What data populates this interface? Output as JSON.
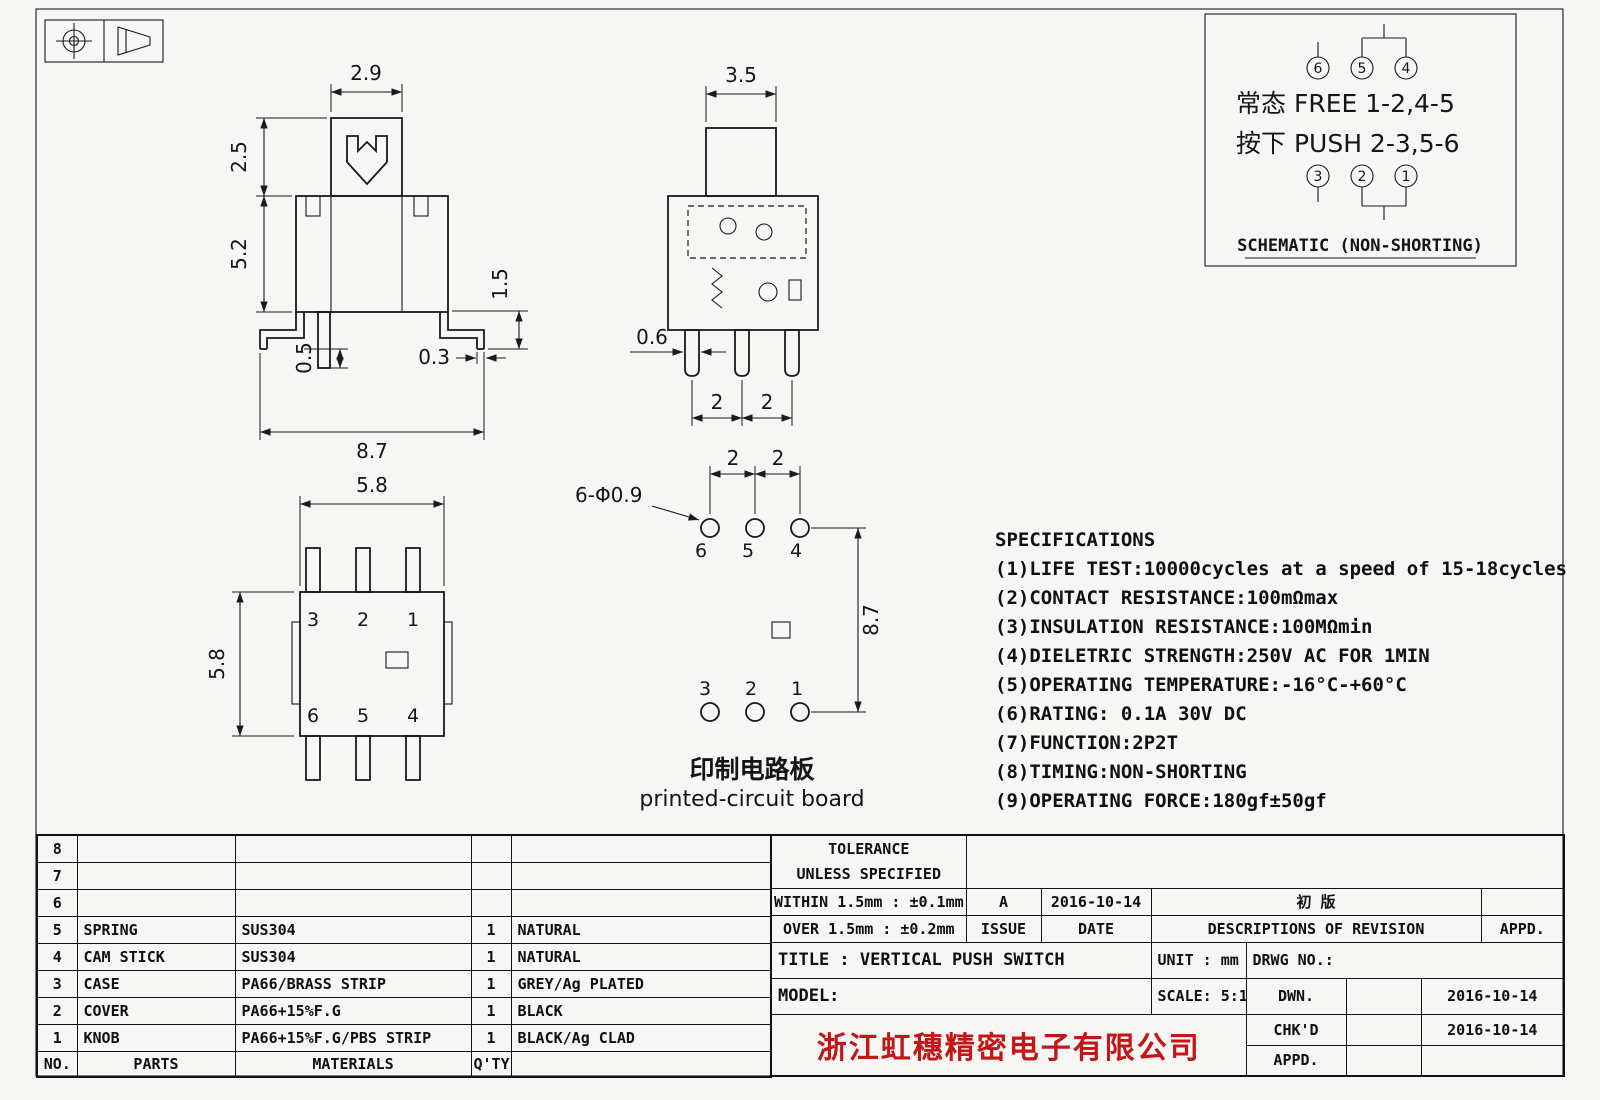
{
  "front_view": {
    "dim_top_width": "2.9",
    "dim_knob_height": "2.5",
    "dim_body_height": "5.2",
    "dim_leg_height": "1.5",
    "dim_pin_offset": "0.5",
    "dim_foot_thickness": "0.3",
    "dim_overall_width": "8.7"
  },
  "side_view": {
    "dim_top_width": "3.5",
    "dim_pin_width": "0.6",
    "dim_pitch_1": "2",
    "dim_pitch_2": "2"
  },
  "bottom_view": {
    "dim_width": "5.8",
    "dim_height": "5.8",
    "pin_labels": [
      "3",
      "2",
      "1",
      "6",
      "5",
      "4"
    ]
  },
  "pcb_view": {
    "hole_note": "6-Φ0.9",
    "dim_pitch_1": "2",
    "dim_pitch_2": "2",
    "dim_row_spacing": "8.7",
    "pins_top": [
      "6",
      "5",
      "4"
    ],
    "pins_bottom": [
      "3",
      "2",
      "1"
    ],
    "caption_cn": "印制电路板",
    "caption_en": "printed-circuit board"
  },
  "schematic": {
    "pins_top": [
      "6",
      "5",
      "4"
    ],
    "pins_bottom": [
      "3",
      "2",
      "1"
    ],
    "free_state": "常态 FREE 1-2,4-5",
    "push_state": "按下 PUSH 2-3,5-6",
    "caption": "SCHEMATIC (NON-SHORTING)"
  },
  "specifications": {
    "title": "SPECIFICATIONS",
    "items": [
      "(1)LIFE TEST:10000cycles at a speed of 15-18cycles",
      "(2)CONTACT RESISTANCE:100mΩmax",
      "(3)INSULATION RESISTANCE:100MΩmin",
      "(4)DIELETRIC STRENGTH:250V AC FOR 1MIN",
      "(5)OPERATING TEMPERATURE:-16°C-+60°C",
      "(6)RATING: 0.1A 30V DC",
      "(7)FUNCTION:2P2T",
      "(8)TIMING:NON-SHORTING",
      "(9)OPERATING FORCE:180gf±50gf"
    ]
  },
  "parts_table": {
    "header": {
      "no": "NO.",
      "parts": "PARTS",
      "materials": "MATERIALS",
      "qty": "Q'TY",
      "finish": ""
    },
    "rows": [
      {
        "no": "8",
        "part": "",
        "material": "",
        "qty": "",
        "finish": ""
      },
      {
        "no": "7",
        "part": "",
        "material": "",
        "qty": "",
        "finish": ""
      },
      {
        "no": "6",
        "part": "",
        "material": "",
        "qty": "",
        "finish": ""
      },
      {
        "no": "5",
        "part": "SPRING",
        "material": "SUS304",
        "qty": "1",
        "finish": "NATURAL"
      },
      {
        "no": "4",
        "part": "CAM STICK",
        "material": "SUS304",
        "qty": "1",
        "finish": "NATURAL"
      },
      {
        "no": "3",
        "part": "CASE",
        "material": "PA66/BRASS STRIP",
        "qty": "1",
        "finish": "GREY/Ag PLATED"
      },
      {
        "no": "2",
        "part": "COVER",
        "material": "PA66+15%F.G",
        "qty": "1",
        "finish": "BLACK"
      },
      {
        "no": "1",
        "part": "KNOB",
        "material": "PA66+15%F.G/PBS STRIP",
        "qty": "1",
        "finish": "BLACK/Ag CLAD"
      }
    ]
  },
  "title_block": {
    "tolerance_line1": "TOLERANCE",
    "tolerance_line2": "UNLESS  SPECIFIED",
    "within": "WITHIN 1.5mm : ±0.1mm",
    "over": "OVER 1.5mm : ±0.2mm",
    "issue_value": "A",
    "issue_date": "2016-10-14",
    "revision_desc": "初  版",
    "issue_label": "ISSUE",
    "date_label": "DATE",
    "desc_label": "DESCRIPTIONS OF REVISION",
    "appd_label": "APPD.",
    "title_label": "TITLE :  VERTICAL PUSH SWITCH",
    "unit_label": "UNIT :  mm",
    "drwg_label": "DRWG NO.:",
    "model_label": "MODEL:",
    "scale_label": "SCALE:  5:1",
    "dwn_label": "DWN.",
    "dwn_date": "2016-10-14",
    "chkd_label": "CHK'D",
    "chkd_date": "2016-10-14",
    "appd_row_label": "APPD.",
    "company": "浙江虹穗精密电子有限公司",
    "company_color": "#c41616"
  }
}
